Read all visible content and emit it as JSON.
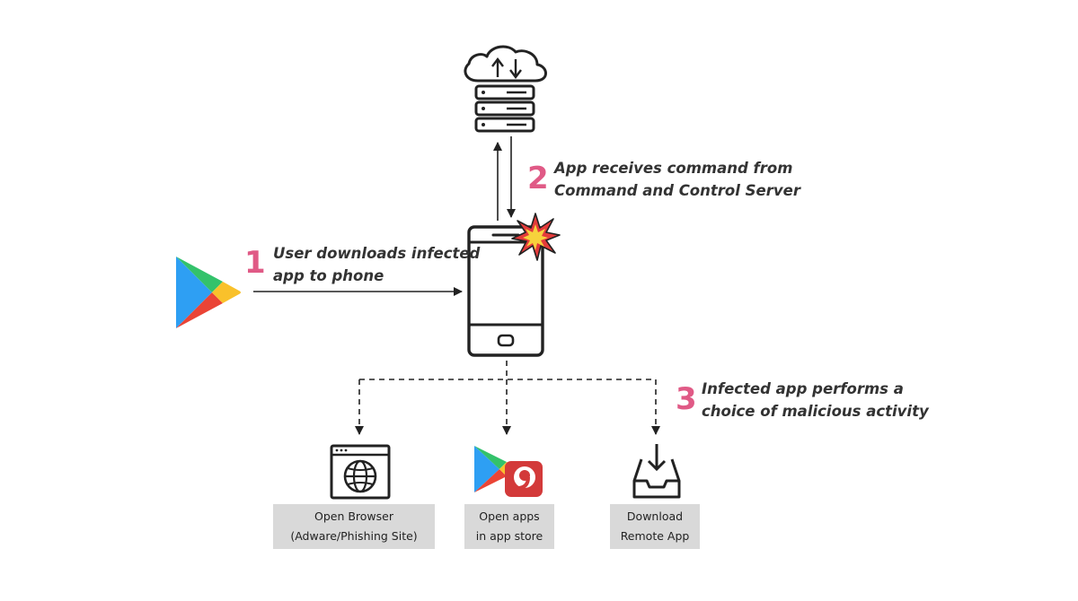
{
  "steps": {
    "one": {
      "number": "1",
      "line1": "User downloads infected",
      "line2": "app to phone"
    },
    "two": {
      "number": "2",
      "line1": "App receives  command from",
      "line2": "Command and Control Server"
    },
    "three": {
      "number": "3",
      "line1": "Infected app performs a",
      "line2": "choice of malicious activity"
    }
  },
  "outcomes": {
    "browser": {
      "line1": "Open Browser",
      "line2": "(Adware/Phishing Site)"
    },
    "appstore": {
      "line1": "Open apps",
      "line2": "in app  store"
    },
    "download": {
      "line1": "Download",
      "line2": "Remote App"
    }
  },
  "colors": {
    "accent": "#e05a86",
    "line": "#222222",
    "label_bg": "#d9d9d9",
    "play_blue": "#2e9ff3",
    "play_green": "#33c26b",
    "play_yellow": "#f9c12b",
    "play_red": "#ea4436",
    "burst_red": "#e43b3b",
    "burst_yellow": "#f7d23c"
  },
  "icons": [
    "cloud-server-icon",
    "google-play-icon",
    "smartphone-icon",
    "infection-burst-icon",
    "browser-globe-icon",
    "app-store-icon",
    "download-tray-icon"
  ]
}
